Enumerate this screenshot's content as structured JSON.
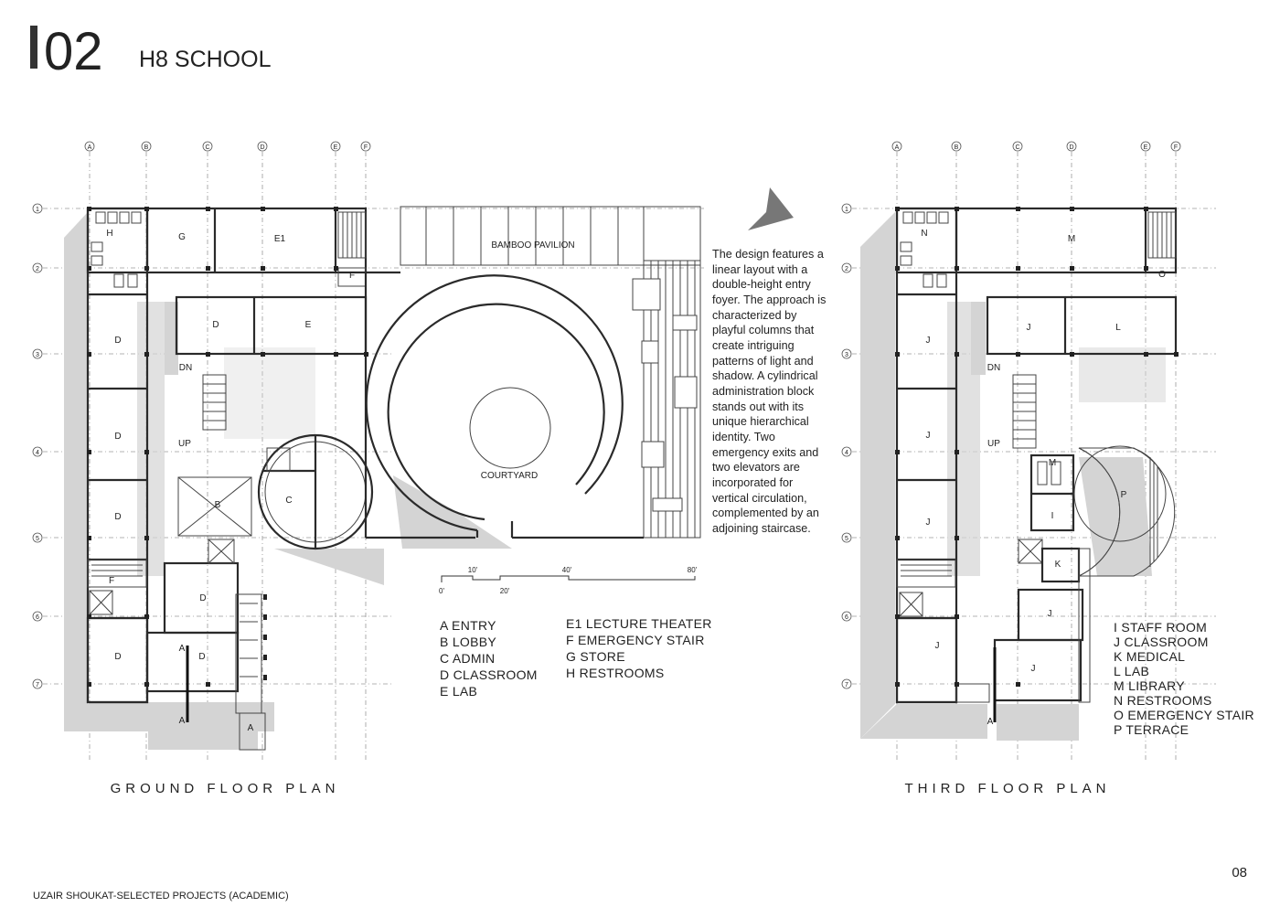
{
  "header": {
    "number": "02",
    "title": "H8 SCHOOL"
  },
  "grid": {
    "columns": [
      "A",
      "B",
      "C",
      "D",
      "E",
      "F"
    ],
    "rows": [
      "1",
      "2",
      "3",
      "4",
      "5",
      "6",
      "7"
    ]
  },
  "ground_floor": {
    "caption": "GROUND FLOOR PLAN",
    "rooms": {
      "h": "H",
      "g": "G",
      "e1": "E1",
      "f_top": "F",
      "d_top": "D",
      "e": "E",
      "d1": "D",
      "d2": "D",
      "d3": "D",
      "dn": "DN",
      "up": "UP",
      "b": "B",
      "c": "C",
      "f_bot": "F",
      "d_mid": "D",
      "d_bot1": "D",
      "d_bot2": "D",
      "a_top": "A",
      "a_bot": "A",
      "a_entry": "A",
      "pavilion": "BAMBOO PAVILION",
      "courtyard": "COURTYARD"
    }
  },
  "third_floor": {
    "caption": "THIRD FLOOR PLAN",
    "rooms": {
      "n": "N",
      "m_top": "M",
      "o": "O",
      "j_top": "J",
      "l": "L",
      "j1": "J",
      "j2": "J",
      "j3": "J",
      "dn": "DN",
      "up": "UP",
      "m_small": "M",
      "i": "I",
      "k": "K",
      "p": "P",
      "j_mid": "J",
      "j_bot": "J",
      "j_left": "J",
      "a": "A"
    }
  },
  "description": [
    "The design features a",
    "linear layout with a",
    "double-height entry",
    "foyer. The approach is",
    "characterized by",
    "playful columns that",
    "create intriguing",
    "patterns of light and",
    "shadow. A cylindrical",
    "administration block",
    "stands out with its",
    "unique hierarchical",
    "identity. Two",
    "emergency exits and",
    "two elevators are",
    "incorporated for",
    "vertical circulation,",
    "complemented by an",
    "adjoining staircase."
  ],
  "scale": {
    "labels": [
      "0'",
      "10'",
      "20'",
      "40'",
      "80'"
    ]
  },
  "legend_ground": {
    "col1": [
      "A  ENTRY",
      "B  LOBBY",
      "C  ADMIN",
      "D  CLASSROOM",
      "E  LAB"
    ],
    "col2": [
      "E1 LECTURE THEATER",
      "F  EMERGENCY STAIR",
      "G  STORE",
      "H  RESTROOMS"
    ]
  },
  "legend_third": [
    "I    STAFF ROOM",
    "J   CLASSROOM",
    "K   MEDICAL",
    "L   LAB",
    "M  LIBRARY",
    "N  RESTROOMS",
    "O  EMERGENCY STAIR",
    "P   TERRACE"
  ],
  "footer": {
    "credit": "UZAIR SHOUKAT-SELECTED PROJECTS (ACADEMIC)",
    "page": "08"
  },
  "colors": {
    "ink": "#222222",
    "shadow": "#d4d4d4",
    "grid": "#9a9a9a",
    "accent_bar": "#333333"
  }
}
